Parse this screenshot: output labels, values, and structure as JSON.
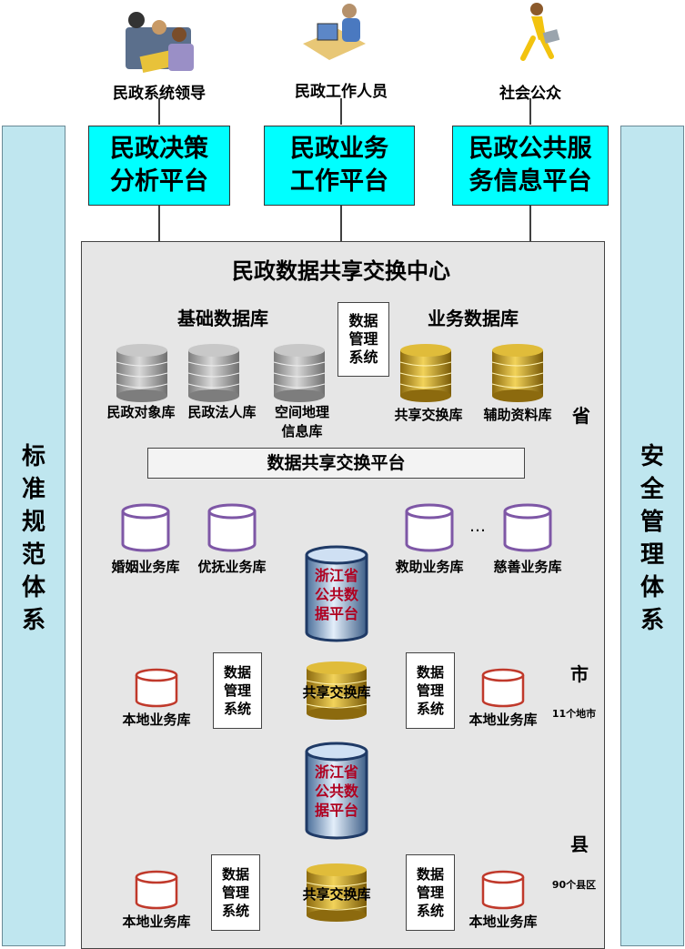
{
  "users": [
    {
      "icon": "leaders-meeting-icon",
      "label": "民政系统领导"
    },
    {
      "icon": "office-worker-icon",
      "label": "民政工作人员"
    },
    {
      "icon": "running-person-icon",
      "label": "社会公众"
    }
  ],
  "platforms": [
    {
      "line1": "民政决策",
      "line2": "分析平台"
    },
    {
      "line1": "民政业务",
      "line2": "工作平台"
    },
    {
      "line1": "民政公共服",
      "line2": "务信息平台"
    }
  ],
  "left_side": [
    "标",
    "准",
    "规",
    "范",
    "体",
    "系"
  ],
  "right_side": [
    "安",
    "全",
    "管",
    "理",
    "体",
    "系"
  ],
  "center_title": "民政数据共享交换中心",
  "province": {
    "basic_db_title": "基础数据库",
    "business_db_title": "业务数据库",
    "mgmt_lines": [
      "数据",
      "管理",
      "系统"
    ],
    "basic_dbs": [
      "民政对象库",
      "民政法人库",
      "空间地理"
    ],
    "basic_db3_line2": "信息库",
    "business_dbs": [
      "共享交换库",
      "辅助资料库"
    ],
    "level_label": "省",
    "exchange_platform": "数据共享交换平台",
    "purple_dbs": [
      "婚姻业务库",
      "优抚业务库",
      "救助业务库",
      "慈善业务库"
    ],
    "ellipsis": "…"
  },
  "zj_platform_lines": [
    "浙江省",
    "公共数",
    "据平台"
  ],
  "city": {
    "level_label": "市",
    "count_label": "11个地市",
    "local_db": "本地业务库",
    "shared_db": "共享交换库"
  },
  "county": {
    "level_label": "县",
    "count_label": "90个县区",
    "local_db": "本地业务库",
    "shared_db": "共享交换库"
  },
  "colors": {
    "cyan_platform": "#00ffff",
    "side_panel": "#bfe6ef",
    "center_bg": "#e6e6e6",
    "gold_db": "#c9a227",
    "gray_db": "#a6a6a6",
    "purple_db": "#7e57a6",
    "red_db": "#c0392b",
    "zj_text": "#b00020",
    "zj_cylinder": "#b7cfe8"
  }
}
